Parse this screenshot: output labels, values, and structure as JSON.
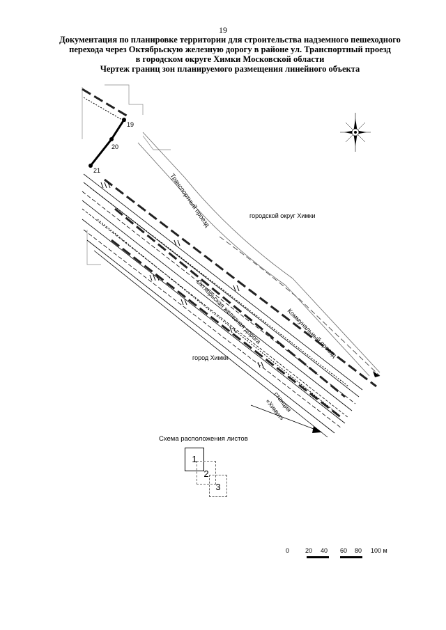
{
  "page_number": "19",
  "title": {
    "line1": "Документация по планировке территории для строительства надземного пешеходного",
    "line2": "перехода через Октябрьскую железную дорогу в районе ул. Транспортный проезд",
    "line3": "в городском округе Химки Московской области",
    "line4": "Чертеж границ зон планируемого размещения линейного объекта"
  },
  "map": {
    "points": [
      "19",
      "20",
      "21"
    ],
    "labels": {
      "transport_road": "Транспортный проезд",
      "district": "городской округ Химки",
      "railway": "Октябрьская железная дорога",
      "communal_road": "Коммунальный проезд",
      "city": "город Химки",
      "station_line1": "станция",
      "station_line2": "«Химки»"
    },
    "compass_icon": "compass-rose-icon"
  },
  "sheet_scheme": {
    "title": "Схема расположения листов",
    "sheets": [
      "1",
      "2",
      "3"
    ]
  },
  "scale_bar": {
    "ticks": [
      "0",
      "20",
      "40",
      "60",
      "80",
      "100 м"
    ]
  }
}
